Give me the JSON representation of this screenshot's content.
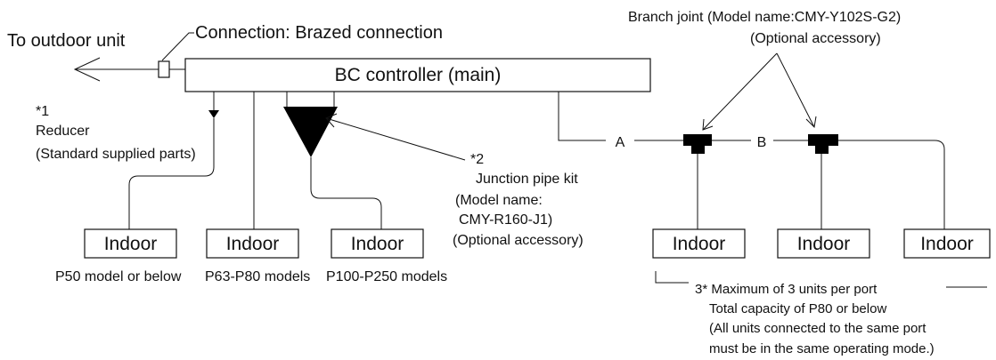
{
  "labels": {
    "to_outdoor": "To outdoor unit",
    "connection": "Connection: Brazed connection",
    "bc_controller": "BC controller (main)",
    "reducer_note_num": "*1",
    "reducer_line1": "Reducer",
    "reducer_line2": "(Standard supplied parts)",
    "junction_num": "*2",
    "junction_line1": "Junction pipe kit",
    "junction_line2": "(Model name:",
    "junction_line3": "CMY-R160-J1)",
    "junction_line4": "(Optional accessory)",
    "branch_line1": "Branch joint  (Model name:CMY-Y102S-G2)",
    "branch_line2": "(Optional accessory)",
    "seg_a": "A",
    "seg_b": "B",
    "note3_line1": "3* Maximum of 3 units per port",
    "note3_line2": "Total capacity of P80 or below",
    "note3_line3": "(All units connected to the same port",
    "note3_line4": "must be in the same operating mode.)"
  },
  "indoor_units": [
    {
      "label": "Indoor",
      "caption": "P50 model or below"
    },
    {
      "label": "Indoor",
      "caption": "P63-P80 models"
    },
    {
      "label": "Indoor",
      "caption": "P100-P250 models"
    },
    {
      "label": "Indoor",
      "caption": ""
    },
    {
      "label": "Indoor",
      "caption": ""
    },
    {
      "label": "Indoor",
      "caption": ""
    }
  ]
}
